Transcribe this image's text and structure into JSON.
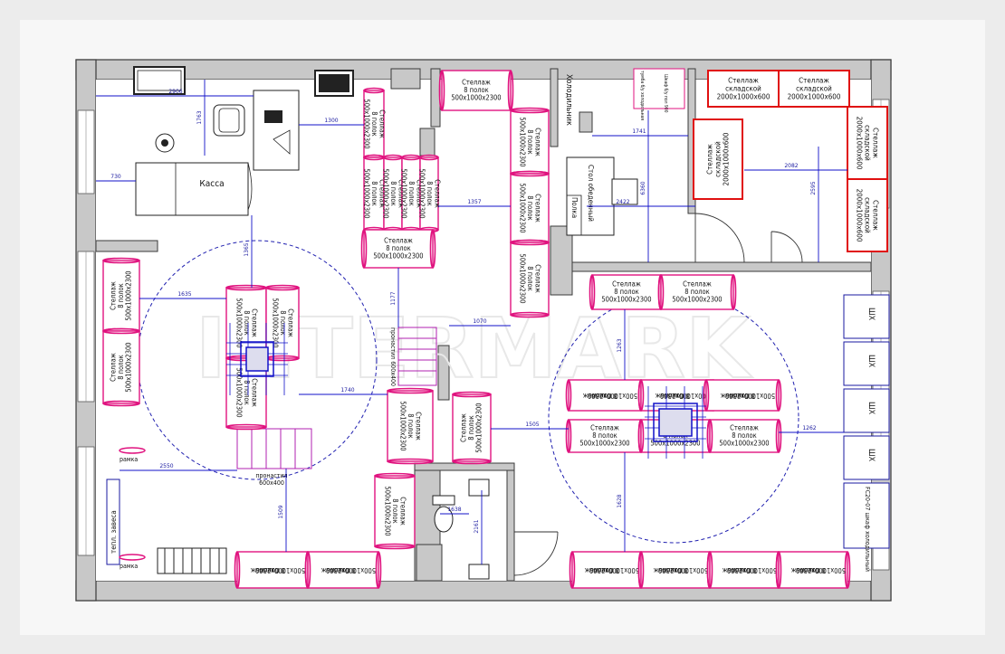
{
  "watermark": "INTERMARK",
  "colors": {
    "wall": "#3a3a3a",
    "wall_fill": "#c8c8c8",
    "floor": "#ffffff",
    "rack_stroke": "#e0137f",
    "red_rack": "#e01010",
    "dim": "#1010c8",
    "circle": "#2020b0",
    "pallet": "#b020b0"
  },
  "labels": {
    "kassa": "Касса",
    "holodilnik": "Холодильник",
    "stol_obedenny": "Стол обеденный",
    "polka": "Полка",
    "teplovaya_zavesa": "тепл. завеса",
    "ramka_top": "рамка",
    "ramka_bottom": "рамка",
    "prostal_center": "пронастил 600x400",
    "prostal_left_top": "пронастил",
    "prostal_left_bottom": "600x400",
    "fc": "FC20-07 шкаф холодильный",
    "tumba": "тумба б/у холодильная",
    "shkaf_top": "Шкаф б/у пол 900",
    "shkaf_xs": [
      "ШХ",
      "ШХ",
      "ШХ",
      "ШХ"
    ]
  },
  "racks": {
    "standard_title": "Стеллаж",
    "standard_shelves": "8 полок",
    "standard_size": "500x1000x2300",
    "warehouse_title": "Стеллаж",
    "warehouse_sub": "складской",
    "warehouse_size": "2000x1000x600"
  },
  "dimensions": {
    "d2906": "2906",
    "d1763": "1763",
    "d730": "730",
    "d1300": "1300",
    "d1357": "1357",
    "d1741": "1741",
    "d2082": "2082",
    "d2422": "2422",
    "d6360": "6360",
    "d2595": "2595",
    "d1635": "1635",
    "d1365": "1365",
    "d1177": "1177",
    "d1070": "1070",
    "d1740": "1740",
    "d2550": "2550",
    "d1505": "1505",
    "d1262": "1262",
    "d1263": "1263",
    "d1628": "1628",
    "d1638": "1638",
    "d2161": "2161",
    "d1509": "1509"
  }
}
